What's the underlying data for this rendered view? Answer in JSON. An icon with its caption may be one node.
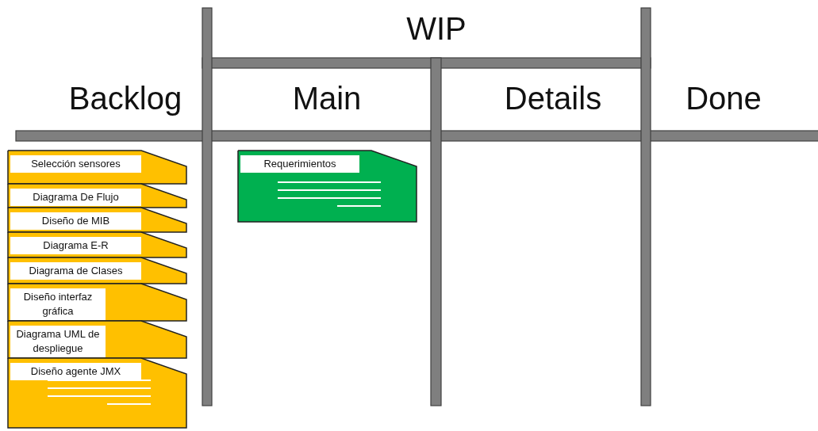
{
  "diagram": {
    "title": "WIP",
    "nodes": [
      {
        "text": [
          "Selección sensores"
        ]
      },
      {
        "text": [
          "Diagrama De Flujo"
        ]
      },
      {
        "text": [
          "Diseño de MIB"
        ]
      },
      {
        "text": [
          "Diagrama E-R"
        ]
      },
      {
        "text": [
          "Diagrama de Clases"
        ]
      },
      {
        "text": [
          "Diseño interfaz gráfica"
        ]
      },
      {
        "text": [
          "Diagrama UML de despliegue"
        ]
      },
      {
        "text": [
          "Diseño agente JMX"
        ]
      },
      {
        "text": [
          "Requerimientos"
        ]
      }
    ],
    "labels": [
      "Backlog",
      "Main",
      "Details",
      "Done"
    ]
  }
}
